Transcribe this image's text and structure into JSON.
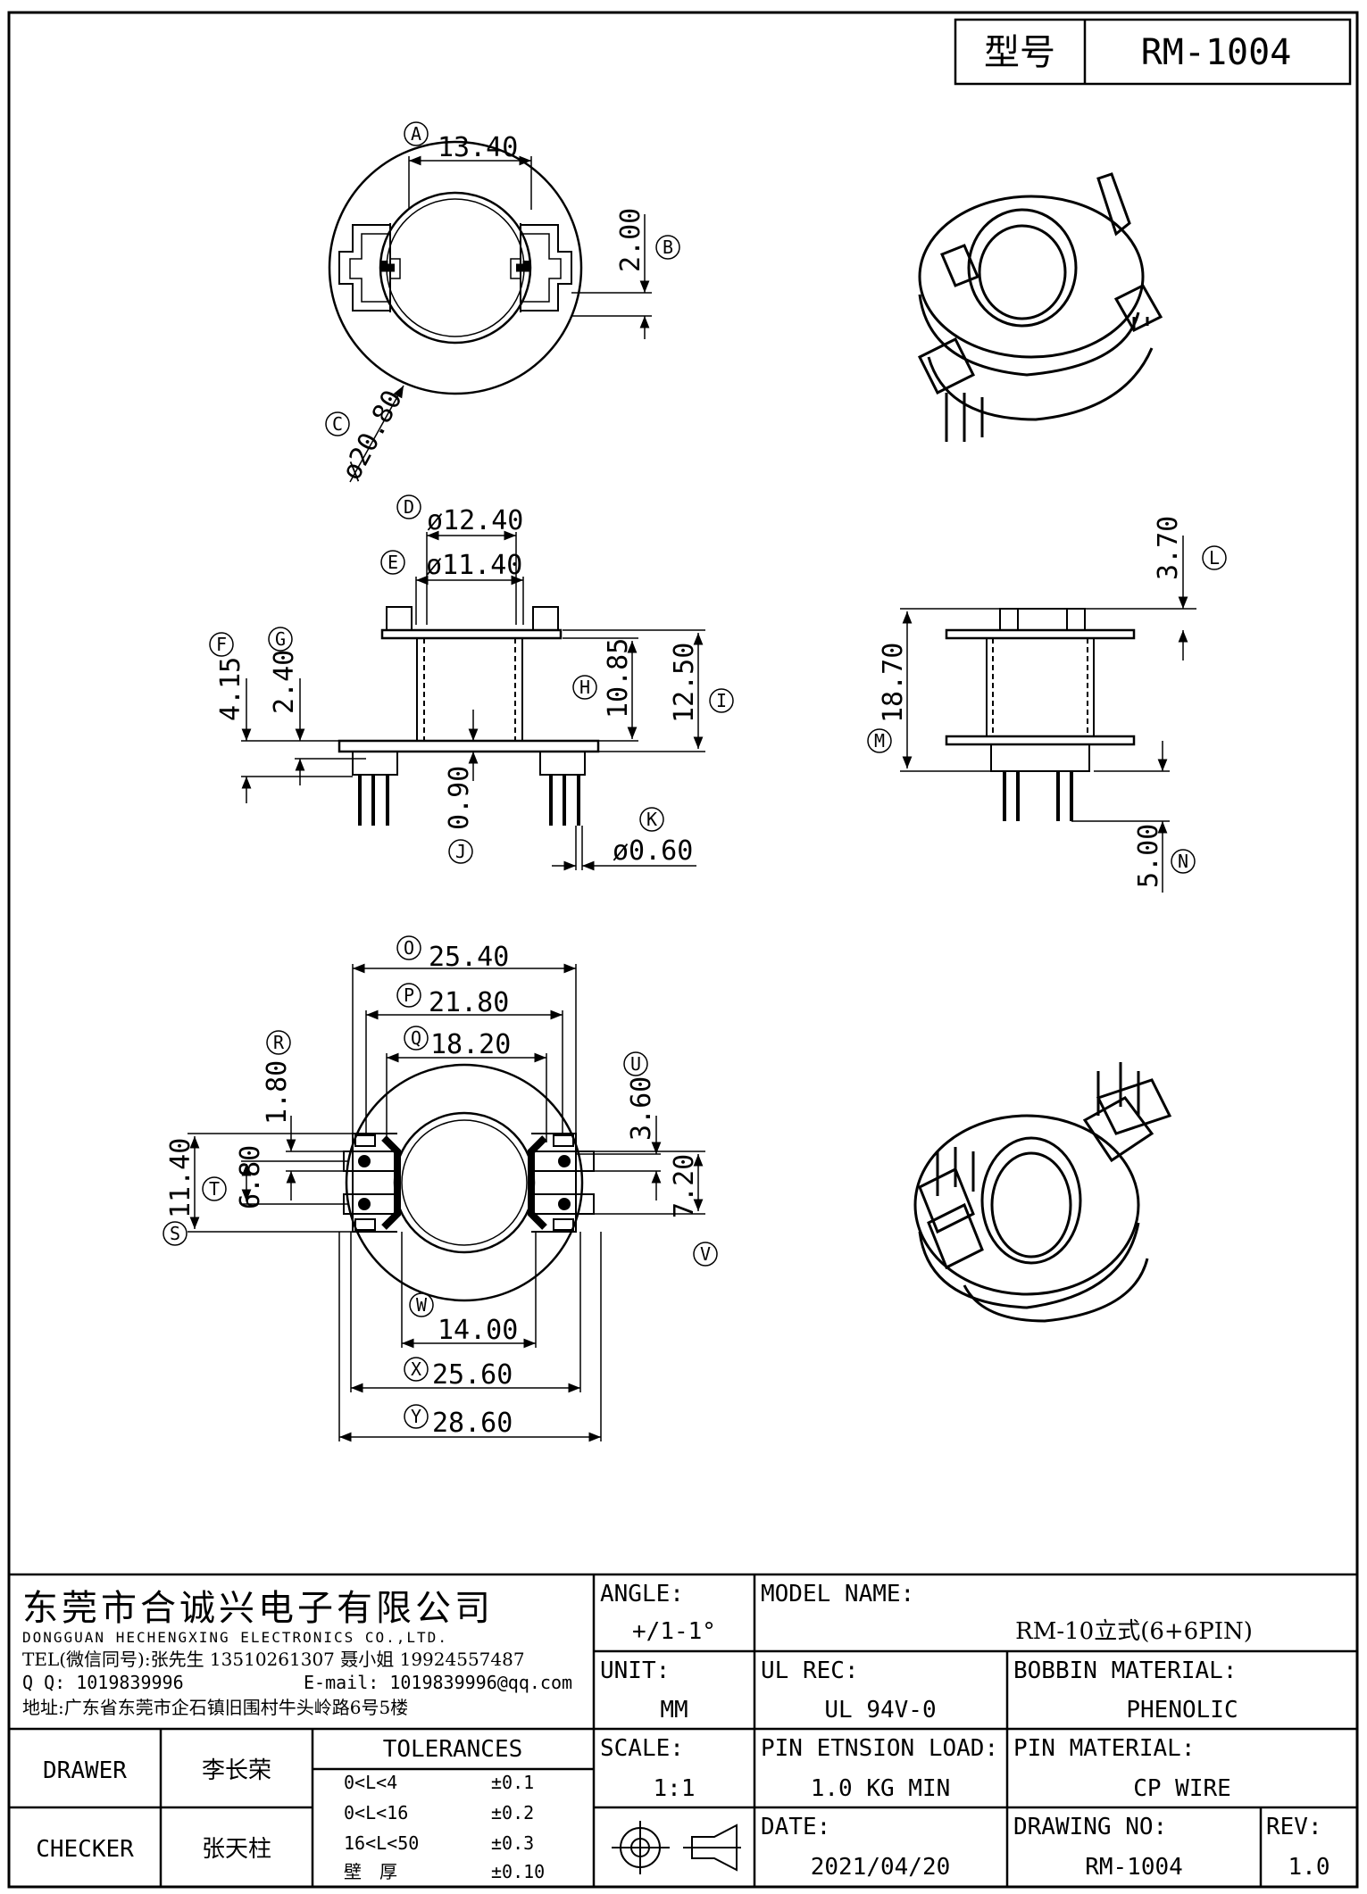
{
  "model_header": {
    "label": "型号",
    "value": "RM-1004"
  },
  "dimensions": {
    "A": "13.40",
    "B": "2.00",
    "C": "ø20.80",
    "D": "ø12.40",
    "E": "ø11.40",
    "F": "4.15",
    "G": "2.40",
    "H": "10.85",
    "I": "12.50",
    "J": "0.90",
    "K": "ø0.60",
    "L": "3.70",
    "M": "18.70",
    "N": "5.00",
    "O": "25.40",
    "P": "21.80",
    "Q": "18.20",
    "R": "1.80",
    "S": "11.40",
    "T": "6.80",
    "U": "3.60",
    "V": "7.20",
    "W": "14.00",
    "X": "25.60",
    "Y": "28.60"
  },
  "company": {
    "name_cn": "东莞市合诚兴电子有限公司",
    "name_en": "DONGGUAN HECHENGXING ELECTRONICS CO.,LTD.",
    "tel": "TEL(微信同号):张先生 13510261307 聂小姐 19924557487",
    "qq": "Q Q: 1019839996",
    "email": "E-mail: 1019839996@qq.com",
    "address": "地址:广东省东莞市企石镇旧围村牛头岭路6号5楼"
  },
  "title_block": {
    "angle_label": "ANGLE:",
    "angle_value": "+/1-1°",
    "unit_label": "UNIT:",
    "unit_value": "MM",
    "scale_label": "SCALE:",
    "scale_value": "1:1",
    "model_name_label": "MODEL NAME:",
    "model_name_value": "RM-10立式(6+6PIN)",
    "ul_rec_label": "UL REC:",
    "ul_rec_value": "UL 94V-0",
    "bobbin_material_label": "BOBBIN MATERIAL:",
    "bobbin_material_value": "PHENOLIC",
    "pin_load_label": "PIN ETNSION LOAD:",
    "pin_load_value": "1.0 KG MIN",
    "pin_material_label": "PIN MATERIAL:",
    "pin_material_value": "CP WIRE",
    "date_label": "DATE:",
    "date_value": "2021/04/20",
    "drawing_no_label": "DRAWING NO:",
    "drawing_no_value": "RM-1004",
    "rev_label": "REV:",
    "rev_value": "1.0",
    "drawer_label": "DRAWER",
    "drawer_name": "李长荣",
    "checker_label": "CHECKER",
    "checker_name": "张天柱",
    "tolerances_title": "TOLERANCES",
    "tolerances": [
      {
        "range": "0<L<4",
        "value": "±0.1"
      },
      {
        "range": "0<L<16",
        "value": "±0.2"
      },
      {
        "range": "16<L<50",
        "value": "±0.3"
      },
      {
        "range": "壁　厚",
        "value": "±0.10"
      }
    ]
  }
}
